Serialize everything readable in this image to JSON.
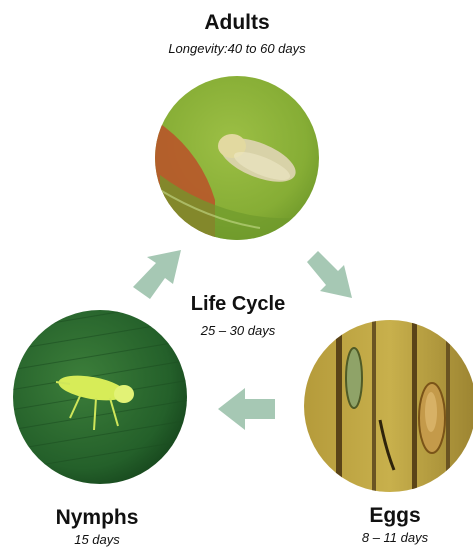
{
  "center": {
    "title": "Life Cycle",
    "duration": "25 – 30 days"
  },
  "stages": {
    "adults": {
      "title": "Adults",
      "duration": "Longevity:40 to 60 days"
    },
    "eggs": {
      "title": "Eggs",
      "duration": "8 – 11 days"
    },
    "nymphs": {
      "title": "Nymphs",
      "duration": "15 days"
    }
  },
  "colors": {
    "arrow": "#a6c8b4",
    "text": "#111111"
  },
  "icons": {
    "adults": "adult-leafhopper-photo",
    "eggs": "eggs-in-leaf-tissue-photo",
    "nymphs": "nymph-leafhopper-photo"
  }
}
